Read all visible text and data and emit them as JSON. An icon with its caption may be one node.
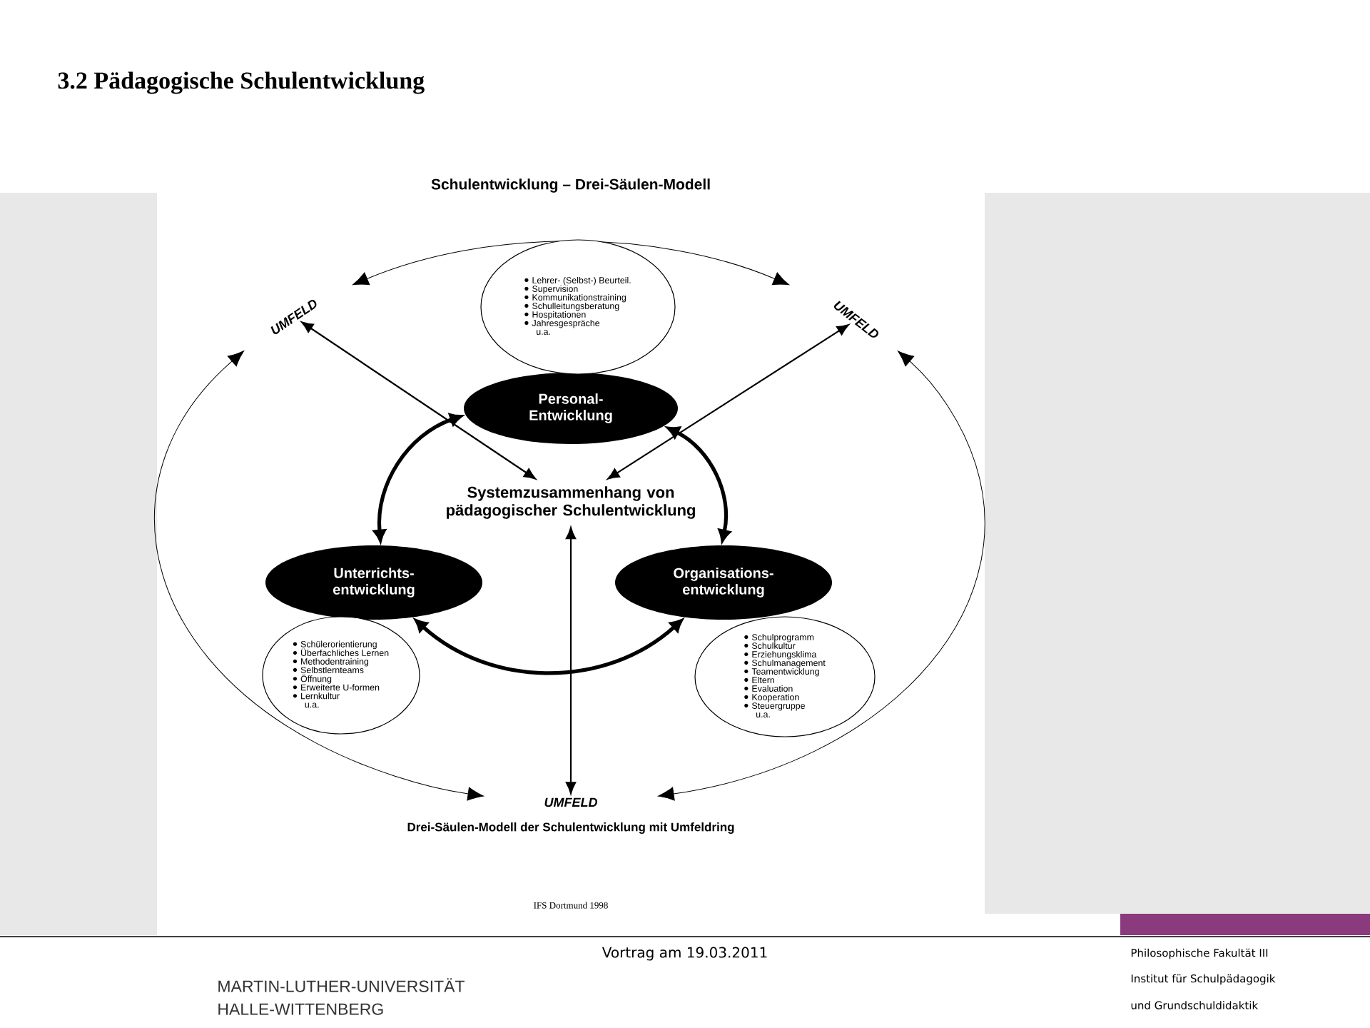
{
  "diagram": {
    "title": "3.2 Pädagogische Schulentwicklung",
    "caption": "Drei-Säulen-Modell der Schulentwicklung mit Umfeldring",
    "nodes": [
      {
        "text": [
          "Personal- Entwicklung"
        ]
      },
      {
        "text": [
          "Unterrichts- entwicklung"
        ]
      },
      {
        "text": [
          "Organisations- entwicklung"
        ]
      },
      {
        "text": [
          "Systemzusammenhang von pädagogischer Schulentwicklung"
        ]
      },
      {
        "text": [
          "Lehrer- (Selbst-) Beurteil.",
          "Supervision",
          "Kommunikationstraining",
          "Schulleitungsberatung",
          "Hospitationen",
          "Jahresgespräche",
          "u.a."
        ]
      },
      {
        "text": [
          "Schülerorientierung",
          "Überfachliches Lernen",
          "Methodentraining",
          "Selbstlernteams",
          "Öffnung",
          "Erweiterte U-formen",
          "Lernkultur",
          "u.a."
        ]
      },
      {
        "text": [
          "Schulprogramm",
          "Schulkultur",
          "Erziehungsklima",
          "Schulmanagement",
          "Teamentwicklung",
          "Eltern",
          "Evaluation",
          "Kooperation",
          "Steuergruppe",
          "u.a."
        ]
      },
      {
        "text": [
          "UMFELD"
        ]
      },
      {
        "text": [
          "UMFELD"
        ]
      },
      {
        "text": [
          "UMFELD"
        ]
      }
    ],
    "edges": [
      {
        "from": 0,
        "to": 1,
        "arrow": "both",
        "style": "thick"
      },
      {
        "from": 0,
        "to": 2,
        "arrow": "both",
        "style": "thick"
      },
      {
        "from": 1,
        "to": 2,
        "arrow": "both",
        "style": "thick"
      },
      {
        "from": 3,
        "to": 7,
        "arrow": "both"
      },
      {
        "from": 3,
        "to": 8,
        "arrow": "both"
      },
      {
        "from": 3,
        "to": 9,
        "arrow": "both"
      }
    ],
    "labels": [
      "Schulentwicklung – Drei-Säulen-Modell",
      "IFS Dortmund 1998",
      "Vortrag am 19.03.2011",
      "MARTIN-LUTHER-UNIVERSITÄT HALLE-WITTENBERG",
      "Philosophische Fakultät III",
      "Institut für Schulpädagogik",
      "und Grundschuldidaktik"
    ]
  }
}
